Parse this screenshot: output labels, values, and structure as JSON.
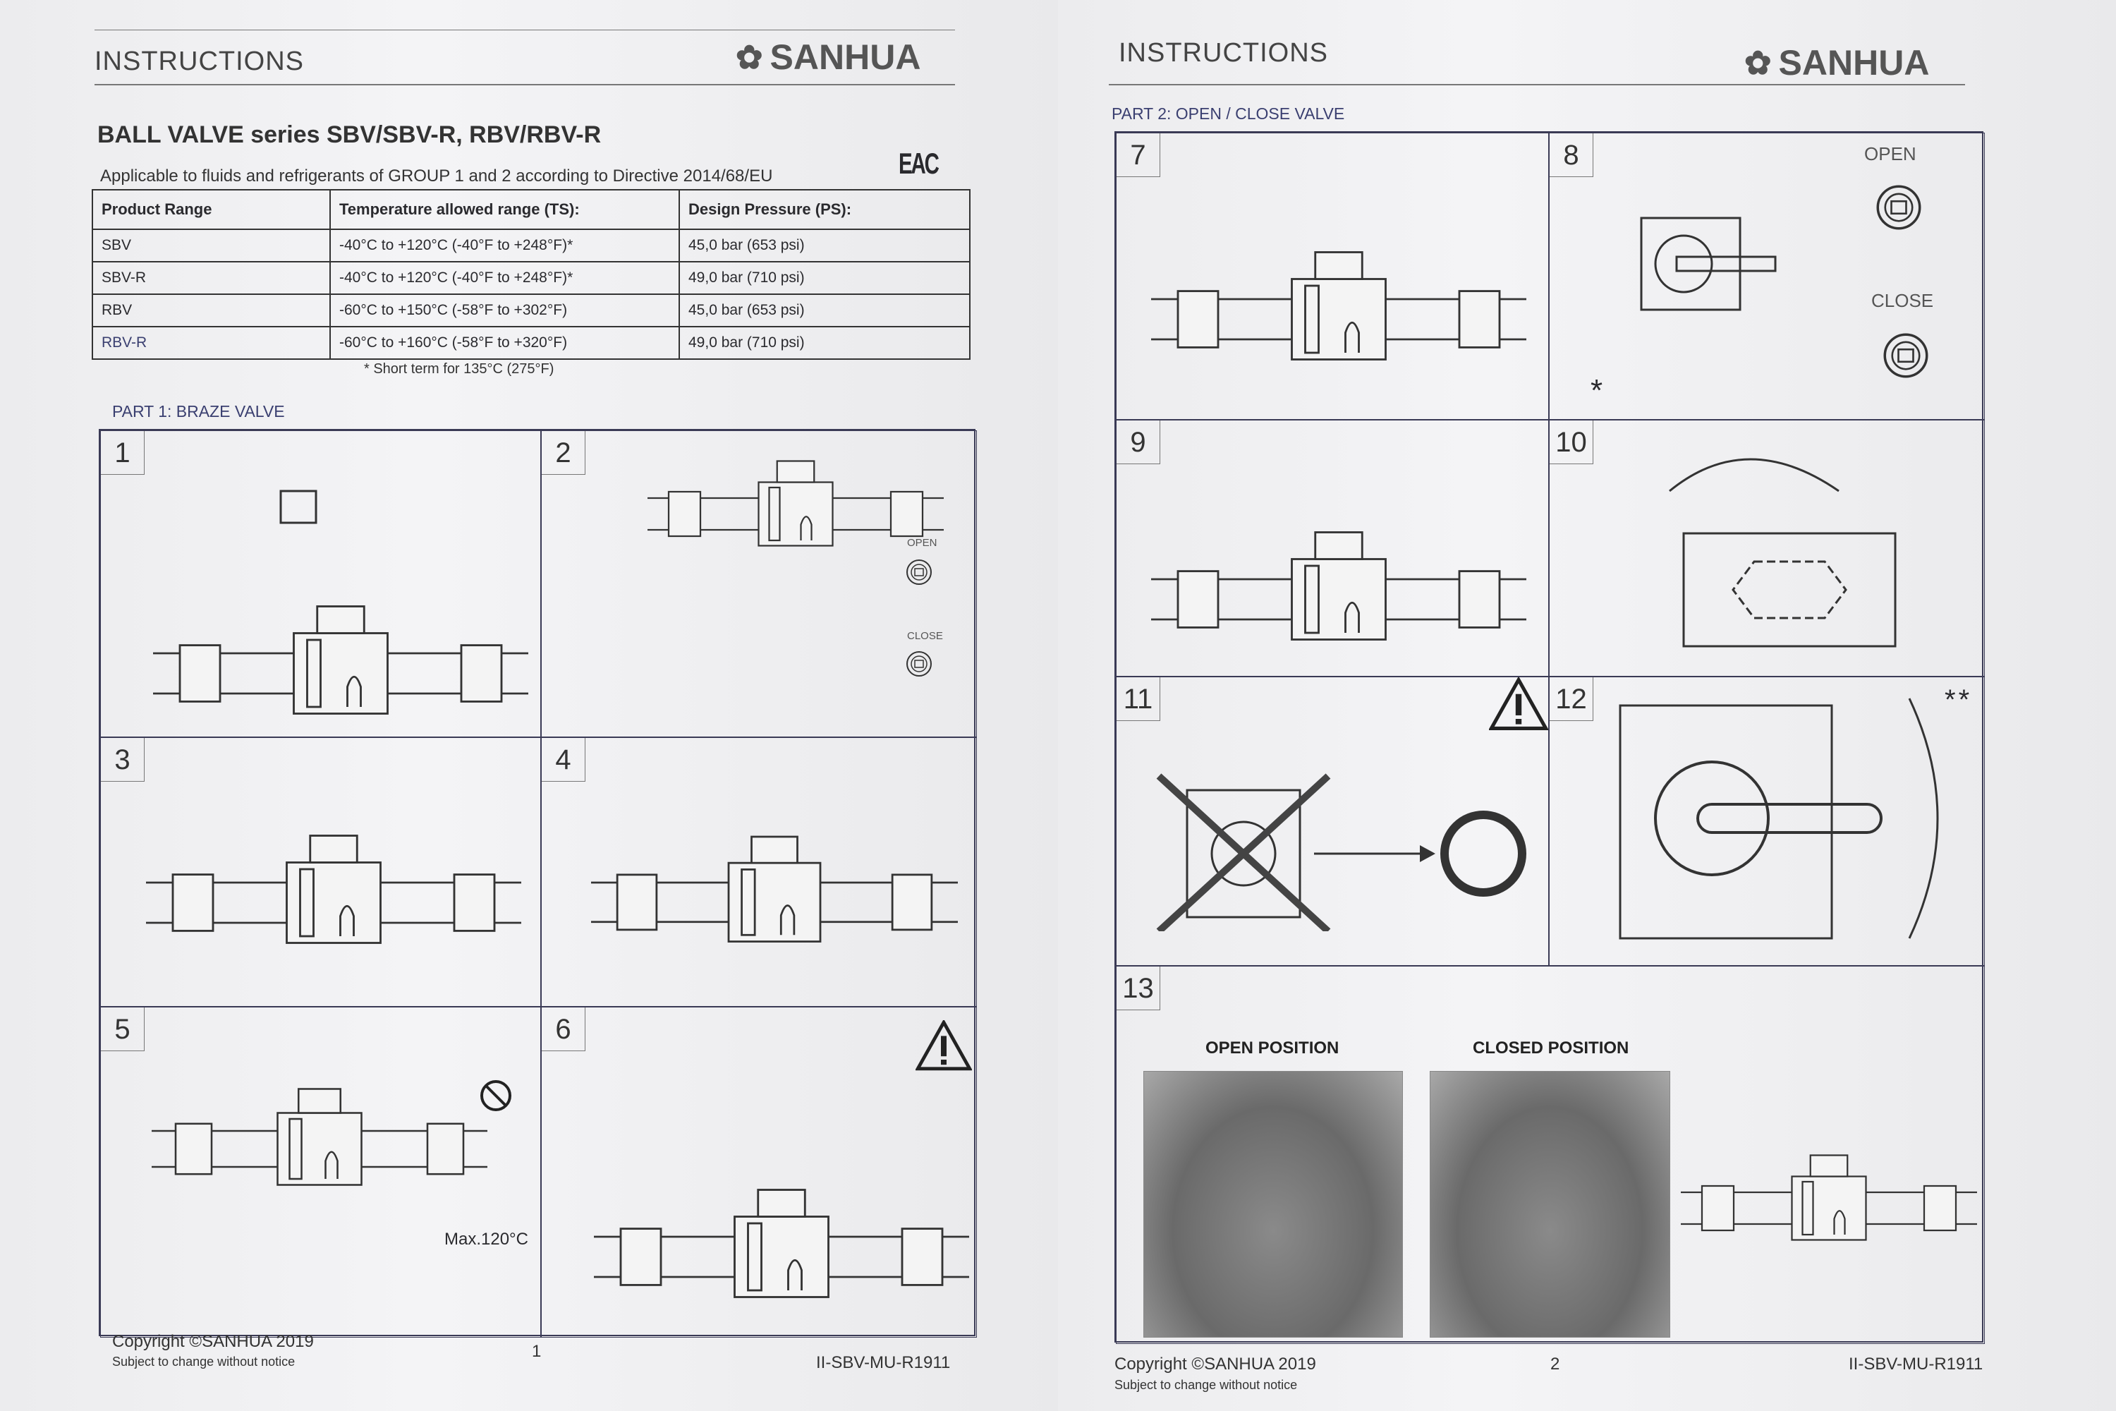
{
  "left_page": {
    "header": "INSTRUCTIONS",
    "brand": "SANHUA",
    "title": "BALL VALVE series SBV/SBV-R, RBV/RBV-R",
    "applicable": "Applicable to fluids and refrigerants of GROUP 1 and 2 according to Directive 2014/68/EU",
    "mark": "EAC",
    "table": {
      "headers": [
        "Product Range",
        "Temperature allowed range (TS):",
        "Design Pressure (PS):"
      ],
      "rows": [
        [
          "SBV",
          "-40°C to +120°C (-40°F to +248°F)*",
          "45,0 bar (653 psi)"
        ],
        [
          "SBV-R",
          "-40°C to +120°C (-40°F to +248°F)*",
          "49,0 bar (710 psi)"
        ],
        [
          "RBV",
          "-60°C to +150°C (-58°F to +302°F)",
          "45,0 bar (653 psi)"
        ],
        [
          "RBV-R",
          "-60°C to +160°C (-58°F to +320°F)",
          "49,0 bar (710 psi)"
        ]
      ]
    },
    "footnote": "* Short term for 135°C (275°F)",
    "part": "PART 1: BRAZE VALVE",
    "steps": [
      "1",
      "2",
      "3",
      "4",
      "5",
      "6"
    ],
    "step2_open": "OPEN",
    "step2_close": "CLOSE",
    "step5_temp": "Max.120°C",
    "footer": {
      "copyright": "Copyright ©SANHUA 2019",
      "notice": "Subject to change without notice",
      "page": "1",
      "code": "II-SBV-MU-R1911"
    }
  },
  "right_page": {
    "header": "INSTRUCTIONS",
    "brand": "SANHUA",
    "part": "PART 2: OPEN / CLOSE VALVE",
    "steps": [
      "7",
      "8",
      "9",
      "10",
      "11",
      "12",
      "13"
    ],
    "step8_open": "OPEN",
    "step8_close": "CLOSE",
    "step8_note": "*",
    "step12_note": "**",
    "open_position": "OPEN POSITION",
    "closed_position": "CLOSED POSITION",
    "footer": {
      "copyright": "Copyright ©SANHUA 2019",
      "notice": "Subject to change without notice",
      "page": "2",
      "code": "II-SBV-MU-R1911"
    }
  }
}
